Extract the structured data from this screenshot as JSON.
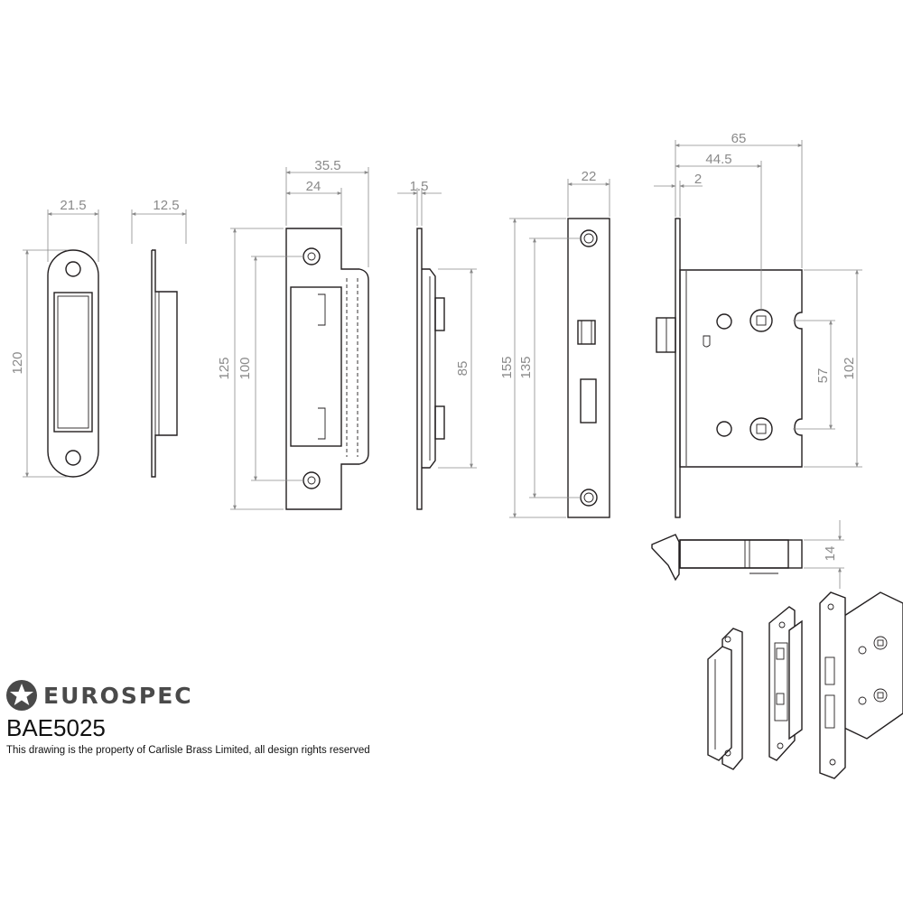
{
  "brand": {
    "name": "EUROSPEC",
    "logo_icon": "star-badge-icon",
    "model": "BAE5025",
    "copyright": "This drawing is the property of Carlisle Brass Limited, all design rights reserved"
  },
  "dimensions": {
    "keep_front_width": "21.5",
    "keep_side_depth": "12.5",
    "keep_height": "120",
    "strike_overall_width": "35.5",
    "strike_width": "24",
    "strike_height": "125",
    "strike_hole_centres": "100",
    "strike_thickness": "1.5",
    "strike_box_height": "85",
    "forend_width": "22",
    "forend_height": "155",
    "forend_hole_centres": "135",
    "case_overall_depth": "65",
    "backset": "44.5",
    "forend_thickness": "2",
    "follower_centres": "57",
    "case_height": "102",
    "case_thickness": "14"
  },
  "colors": {
    "line": "#231f20",
    "dimension": "#8a8a8a",
    "brand": "#4a4a4a"
  }
}
